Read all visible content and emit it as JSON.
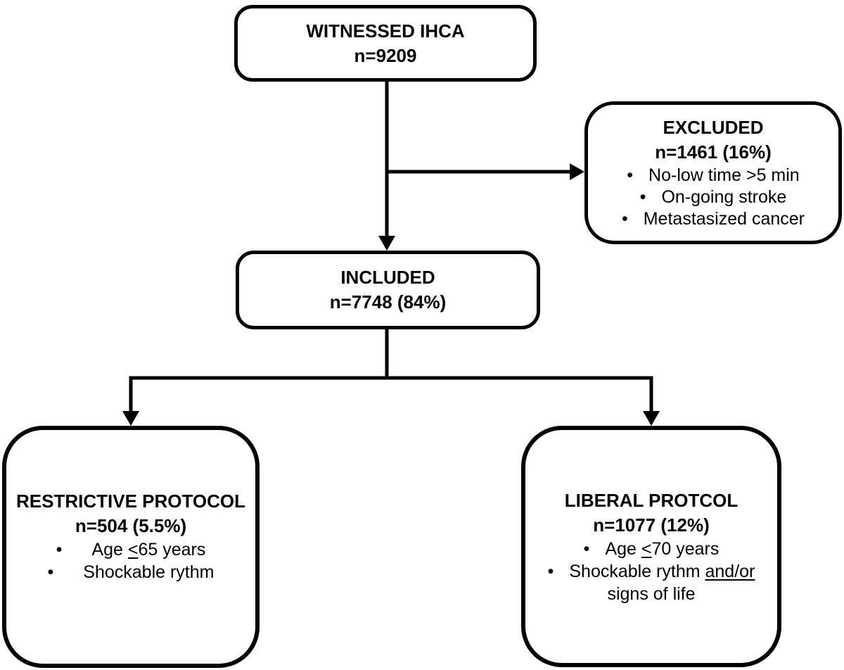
{
  "colors": {
    "ink": "#000000",
    "background": "#ffffff"
  },
  "glyphs": {
    "bullet": "•"
  },
  "boxes": {
    "witnessed": {
      "title": "WITNESSED IHCA",
      "count": "n=9209"
    },
    "excluded": {
      "title": "EXCLUDED",
      "count": "n=1461 (16%)",
      "bullets": [
        "No-low time >5 min",
        "On-going stroke",
        "Metastasized cancer"
      ]
    },
    "included": {
      "title": "INCLUDED",
      "count": "n=7748 (84%)"
    },
    "restrictive": {
      "title": "RESTRICTIVE PROTOCOL",
      "count": "n=504 (5.5%)",
      "age": {
        "pre": "Age ",
        "underline": "<",
        "post": "65 years"
      },
      "rhythm": "Shockable rythm"
    },
    "liberal": {
      "title": "LIBERAL PROTCOL",
      "count": "n=1077 (12%)",
      "age": {
        "pre": "Age ",
        "underline": "<",
        "post": "70 years"
      },
      "rhythm": {
        "pre": "Shockable rythm ",
        "underline": "and/or",
        "line2": "signs of life"
      }
    }
  }
}
